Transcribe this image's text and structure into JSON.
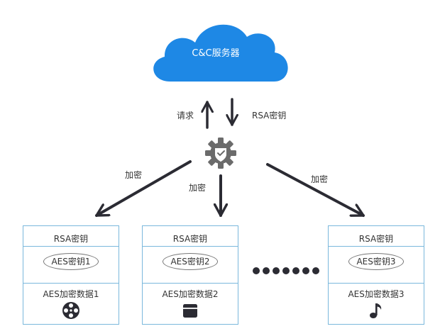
{
  "server": {
    "label": "C&C服务器"
  },
  "edges": {
    "request": "请求",
    "rsa_key_down": "RSA密钥",
    "encrypt_left": "加密",
    "encrypt_middle": "加密",
    "encrypt_right": "加密"
  },
  "hub": {
    "icon": "gear-shield-icon"
  },
  "victims": [
    {
      "rsa": "RSA密钥",
      "aes_key": "AES密钥1",
      "data": "AES加密数据1",
      "icon": "film-reel-icon"
    },
    {
      "rsa": "RSA密钥",
      "aes_key": "AES密钥2",
      "data": "AES加密数据2",
      "icon": "clapperboard-icon"
    },
    {
      "rsa": "RSA密钥",
      "aes_key": "AES密钥3",
      "data": "AES加密数据3",
      "icon": "music-note-icon"
    }
  ],
  "ellipsis": {
    "icon": "more-dots-icon",
    "count": 7
  },
  "colors": {
    "cloud": "#1E88E5",
    "box_border": "#7ab8dc",
    "arrow": "#2b2b33",
    "gear": "#6b6b6b"
  }
}
